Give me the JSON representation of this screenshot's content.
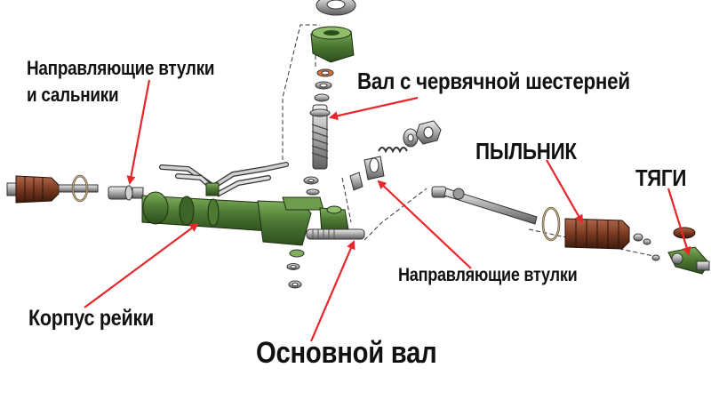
{
  "labels": {
    "bushings_seals_line1": "Направляющие втулки",
    "bushings_seals_line2": "и сальники",
    "worm_shaft": "Вал с червячной шестерней",
    "boot": "ПЫЛЬНИК",
    "tie_rods": "ТЯГИ",
    "guide_bushings": "Направляющие втулки",
    "rack_housing": "Корпус рейки",
    "main_shaft": "Основной вал"
  },
  "colors": {
    "housing_green": "#4e7a34",
    "boot_brown": "#7a3a22",
    "arrow_red": "#e8262b",
    "metal_gray": "#a8a8a8",
    "text": "#111111"
  }
}
